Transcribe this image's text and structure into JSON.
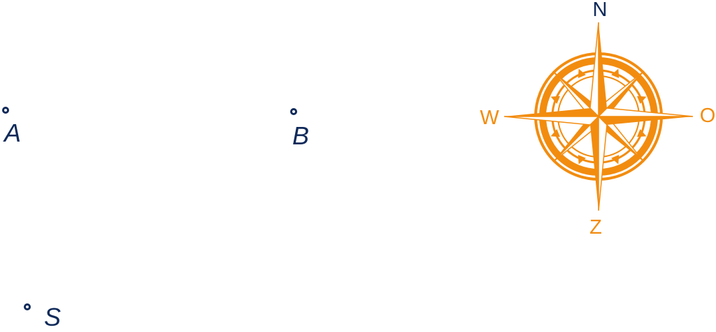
{
  "points": {
    "a": {
      "label": "A"
    },
    "b": {
      "label": "B"
    },
    "s": {
      "label": "S"
    }
  },
  "compass": {
    "north": "N",
    "west": "W",
    "east": "O",
    "south": "Z"
  },
  "colors": {
    "point": "#0f2a5a",
    "compass": "#f28c0f",
    "north_label": "#0f2a5a"
  }
}
